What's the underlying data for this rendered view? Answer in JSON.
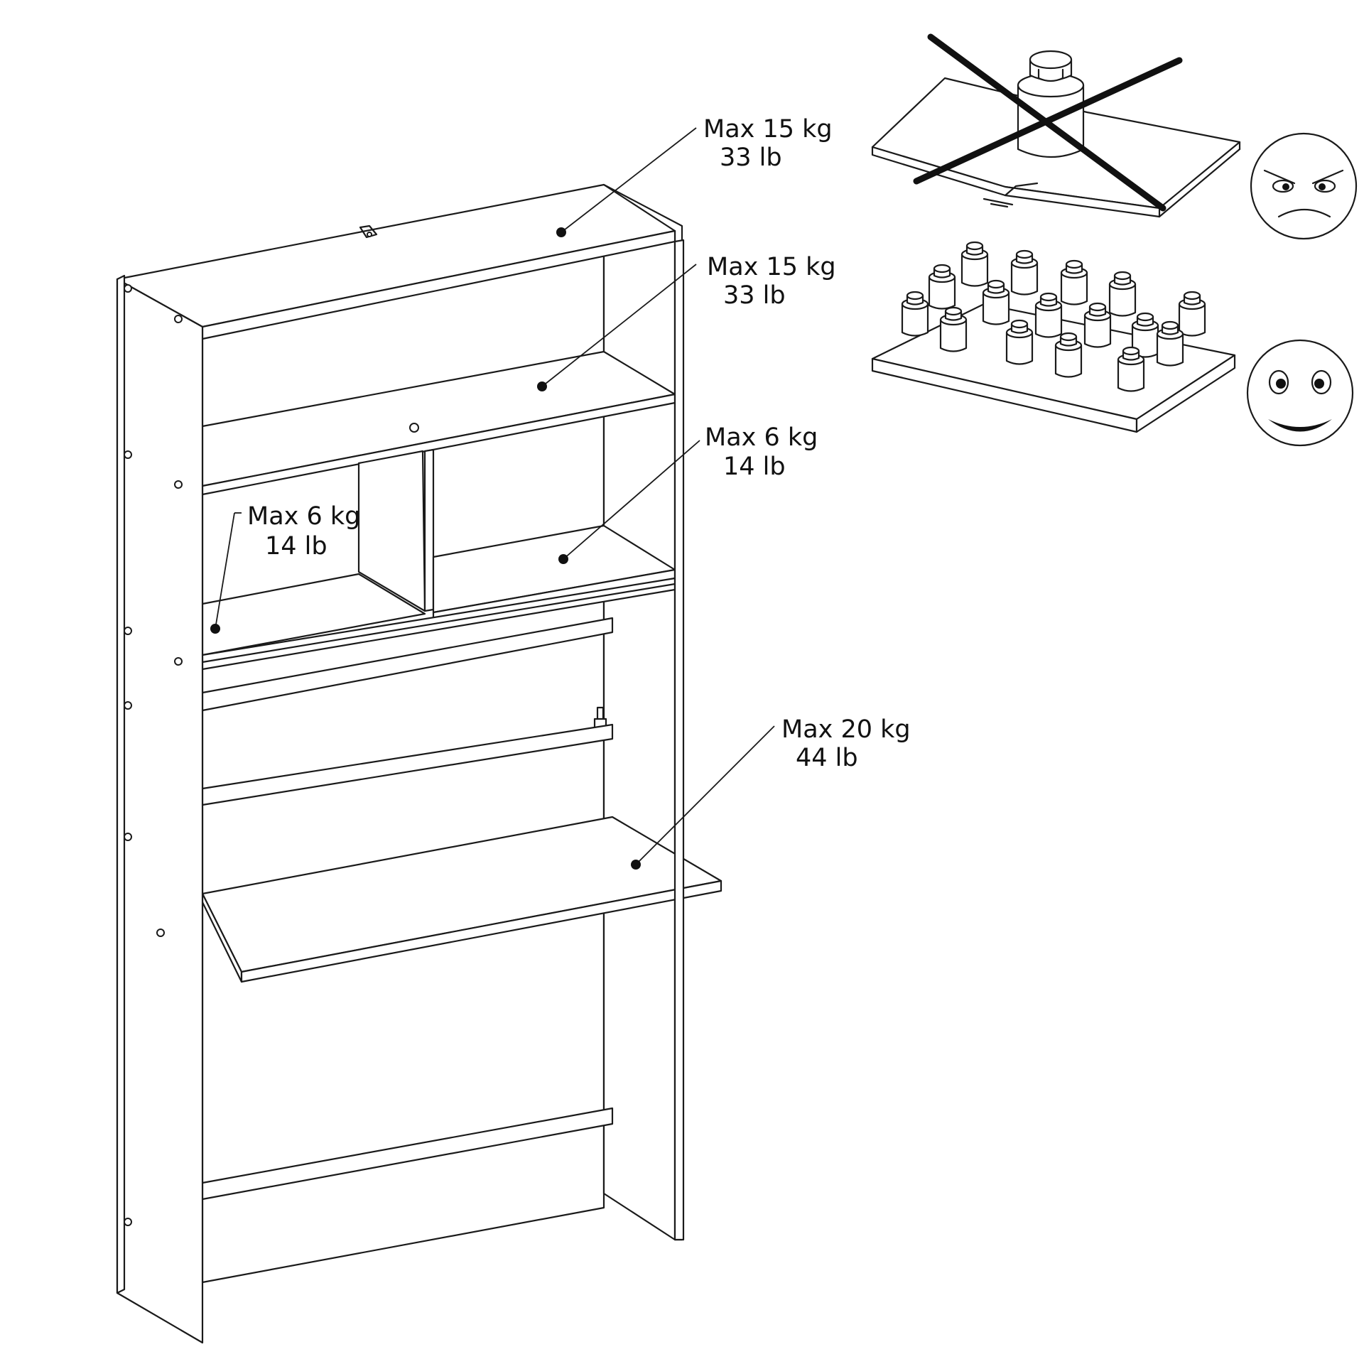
{
  "labels": {
    "top_panel": {
      "kg": "Max 15 kg",
      "lb": "33 lb"
    },
    "upper_shelf": {
      "kg": "Max 15 kg",
      "lb": "33 lb"
    },
    "right_compartment_shelf": {
      "kg": "Max 6 kg",
      "lb": "14 lb"
    },
    "left_compartment_shelf": {
      "kg": "Max 6 kg",
      "lb": "14 lb"
    },
    "desk_shelf": {
      "kg": "Max 20 kg",
      "lb": "44 lb"
    }
  },
  "load_guidance": {
    "incorrect": {
      "description_icon": "single-heavy-weight-icon",
      "face_icon": "angry-face-icon",
      "mark_icon": "cross-out-icon"
    },
    "correct": {
      "description_icon": "distributed-weights-icon",
      "face_icon": "happy-face-icon"
    }
  },
  "colors": {
    "ink": "#111111",
    "paper": "#ffffff"
  }
}
